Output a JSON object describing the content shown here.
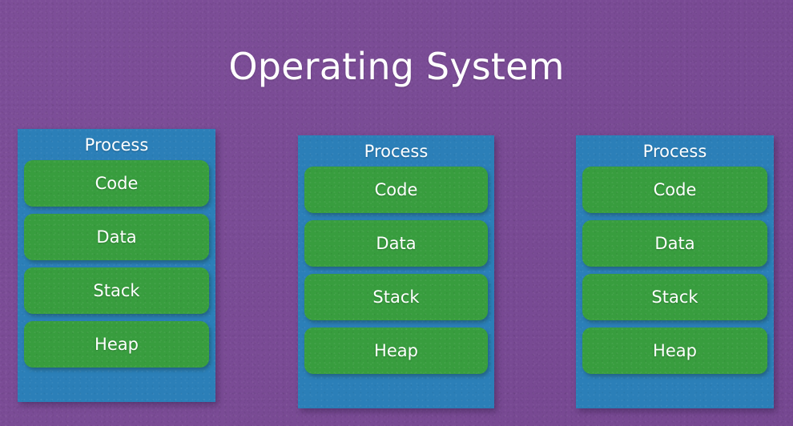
{
  "slide": {
    "title": "Operating System",
    "background_color": "#7a4a96",
    "title_color": "#ffffff"
  },
  "colors": {
    "background_purple": "#7a4a96",
    "process_blue": "#2b7fb8",
    "segment_green": "#389d3e",
    "text_white": "#ffffff"
  },
  "processes": [
    {
      "title": "Process",
      "segments": [
        {
          "label": "Code"
        },
        {
          "label": "Data"
        },
        {
          "label": "Stack"
        },
        {
          "label": "Heap"
        }
      ]
    },
    {
      "title": "Process",
      "segments": [
        {
          "label": "Code"
        },
        {
          "label": "Data"
        },
        {
          "label": "Stack"
        },
        {
          "label": "Heap"
        }
      ]
    },
    {
      "title": "Process",
      "segments": [
        {
          "label": "Code"
        },
        {
          "label": "Data"
        },
        {
          "label": "Stack"
        },
        {
          "label": "Heap"
        }
      ]
    }
  ]
}
